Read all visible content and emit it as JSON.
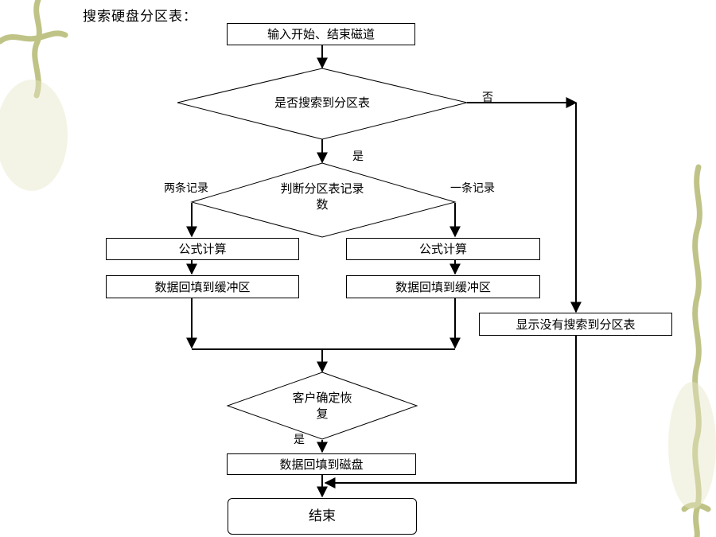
{
  "heading": "搜索硬盘分区表：",
  "nodes": {
    "input": "输入开始、结束磁道",
    "search_decision": "是否搜索到分区表",
    "count_decision_line1": "判断分区表记录",
    "count_decision_line2": "数",
    "calc_left": "公式计算",
    "calc_right": "公式计算",
    "fill_left": "数据回填到缓冲区",
    "fill_right": "数据回填到缓冲区",
    "not_found": "显示没有搜索到分区表",
    "confirm_line1": "客户确定恢",
    "confirm_line2": "复",
    "write_disk": "数据回填到磁盘",
    "end": "结束"
  },
  "edge_labels": {
    "no": "否",
    "yes_search": "是",
    "two_records": "两条记录",
    "one_record": "一条记录",
    "yes_confirm": "是"
  },
  "colors": {
    "line": "#000000",
    "background": "#ffffff",
    "decor_green": "#c9cc8a"
  }
}
